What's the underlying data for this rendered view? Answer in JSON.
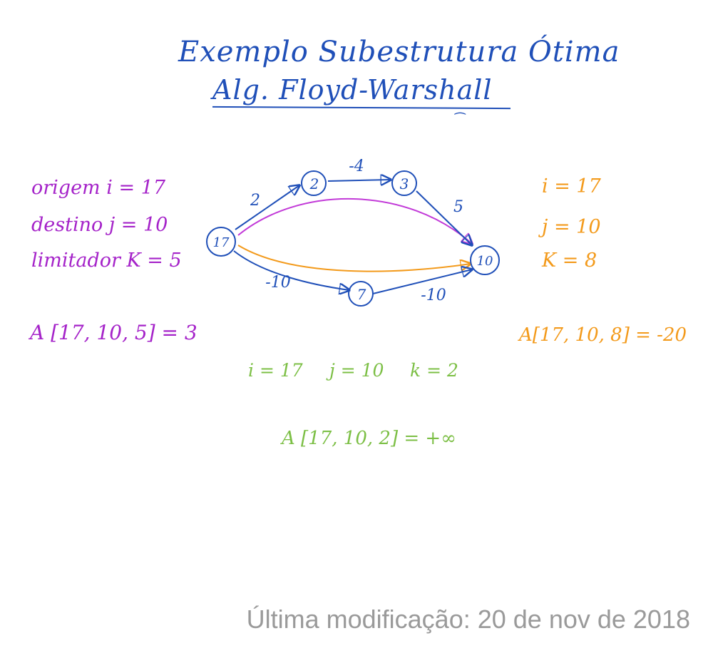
{
  "title": {
    "line1": "Exemplo Subestrutura Ótima",
    "line2": "Alg. Floyd-Warshall"
  },
  "left_panel": {
    "line1": "origem i = 17",
    "line2": "destino j = 10",
    "line3": "limitador K = 5",
    "result": "A [17, 10, 5] = 3"
  },
  "right_panel": {
    "line1": "i = 17",
    "line2": "j = 10",
    "line3": "K = 8",
    "result": "A[17, 10, 8] = -20"
  },
  "bottom_panel": {
    "i": "i = 17",
    "j": "j = 10",
    "k": "k = 2",
    "result": "A [17, 10, 2] = +∞"
  },
  "graph": {
    "nodes": [
      "17",
      "2",
      "3",
      "10",
      "7"
    ],
    "edges": [
      {
        "from": "17",
        "to": "2",
        "weight": "2"
      },
      {
        "from": "2",
        "to": "3",
        "weight": "-4"
      },
      {
        "from": "3",
        "to": "10",
        "weight": "5"
      },
      {
        "from": "17",
        "to": "7",
        "weight": "-10"
      },
      {
        "from": "7",
        "to": "10",
        "weight": "-10"
      }
    ],
    "highlight_paths": [
      {
        "name": "k5",
        "color": "#c23ad8"
      },
      {
        "name": "k8",
        "color": "#f39a1b"
      }
    ]
  },
  "colors": {
    "blue": "#1f4fb8",
    "purple": "#a523c9",
    "orange": "#f39a1b",
    "green": "#7cbf45",
    "gray": "#9a9a9a"
  },
  "footer": {
    "text": "Última modificação: 20 de nov de 2018"
  }
}
